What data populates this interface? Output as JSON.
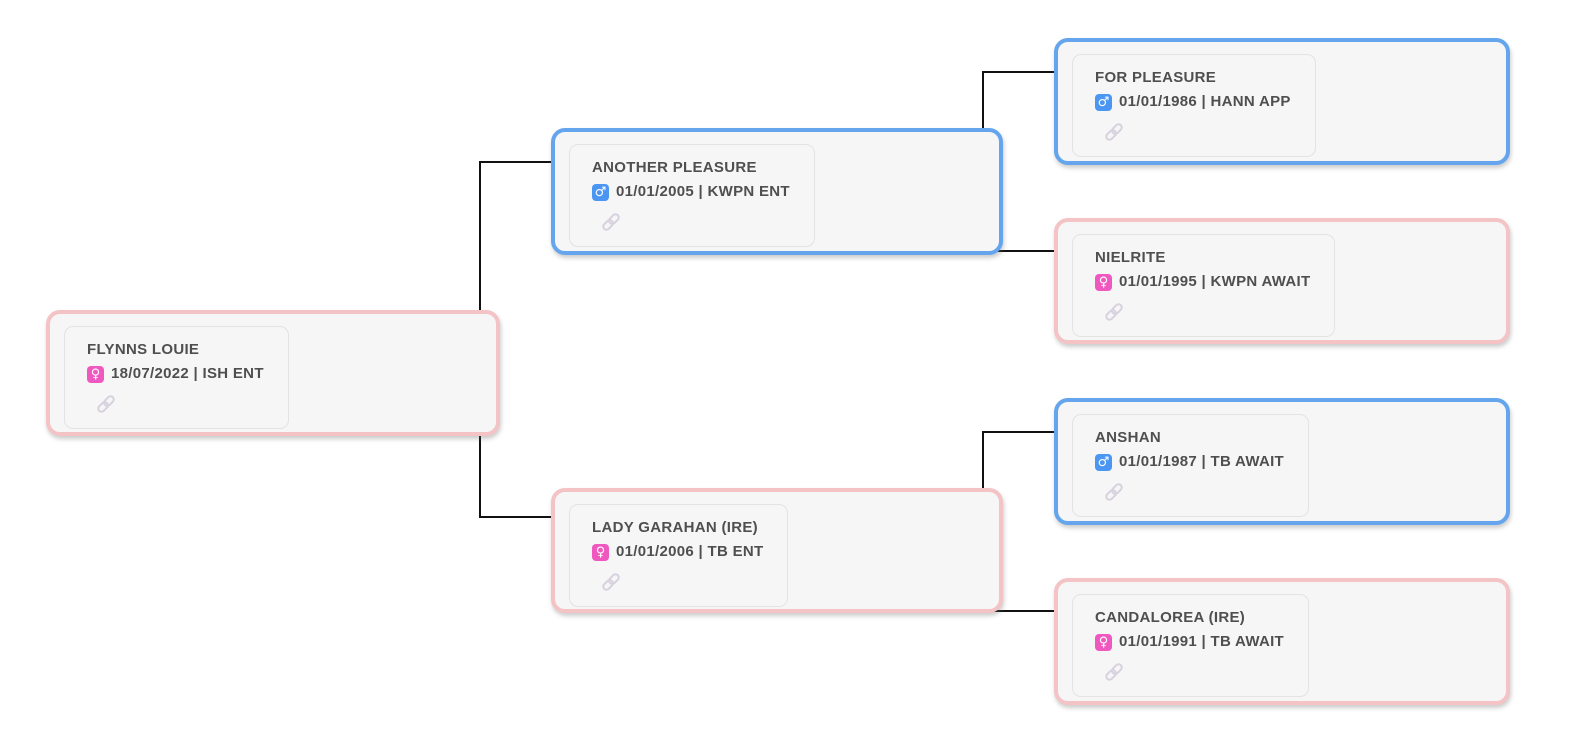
{
  "title": "Horse pedigree tree",
  "colors": {
    "background": "#ffffff",
    "card_background": "#f6f6f6",
    "male_border": "#64a5ee",
    "female_border": "#f4c3c6",
    "male_icon_bg": "#4b96f3",
    "female_icon_bg": "#ef58bf",
    "text": "#4f4f4f",
    "connector_line": "#111111",
    "link_icon": "#d8d1de",
    "inner_border": "#e3e3e3"
  },
  "nodes": [
    {
      "relation": "subject",
      "name": "FLYNNS LOUIE",
      "gender": "female",
      "gender_symbol": "♀",
      "info": "18/07/2022 | ISH ENT"
    },
    {
      "relation": "sire",
      "name": "ANOTHER PLEASURE",
      "gender": "male",
      "gender_symbol": "♂",
      "info": "01/01/2005 | KWPN ENT"
    },
    {
      "relation": "paternal-grandsire",
      "name": "FOR PLEASURE",
      "gender": "male",
      "gender_symbol": "♂",
      "info": "01/01/1986 | HANN APP"
    },
    {
      "relation": "paternal-granddam",
      "name": "NIELRITE",
      "gender": "female",
      "gender_symbol": "♀",
      "info": "01/01/1995 | KWPN AWAIT"
    },
    {
      "relation": "dam",
      "name": "LADY GARAHAN (IRE)",
      "gender": "female",
      "gender_symbol": "♀",
      "info": "01/01/2006 | TB ENT"
    },
    {
      "relation": "maternal-grandsire",
      "name": "ANSHAN",
      "gender": "male",
      "gender_symbol": "♂",
      "info": "01/01/1987 | TB AWAIT"
    },
    {
      "relation": "maternal-granddam",
      "name": "CANDALOREA (IRE)",
      "gender": "female",
      "gender_symbol": "♀",
      "info": "01/01/1991 | TB AWAIT"
    }
  ]
}
